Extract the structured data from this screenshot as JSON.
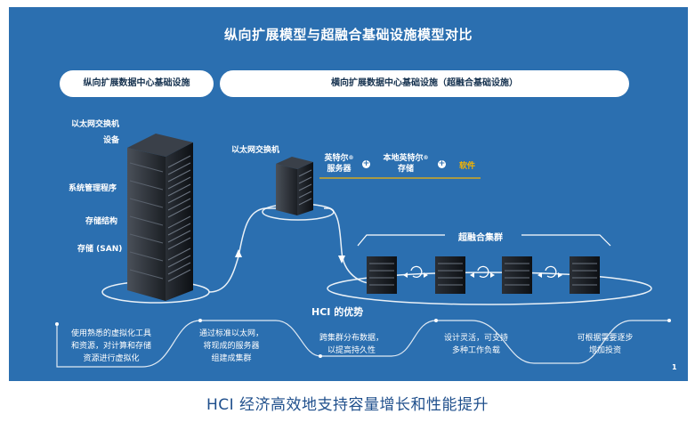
{
  "title": "纵向扩展模型与超融合基础设施模型对比",
  "left_header": "纵向扩展数据中心基础设施",
  "right_header": "横向扩展数据中心基础设施（超融合基础设施）",
  "left_labels": {
    "switch": "以太网交换机",
    "device": "设备",
    "sysmgmt": "系统管理程序",
    "storage_fabric": "存储结构",
    "san": "存储 (SAN)"
  },
  "right_labels": {
    "switch": "以太网交换机",
    "intel_server_line1": "英特尔",
    "intel_server_line2": "服务器",
    "local_storage_line1": "本地英特尔",
    "local_storage_line2": "存储",
    "software": "软件",
    "registered": "®",
    "plus": "+"
  },
  "cluster_label": "超融合集群",
  "hci_benefits_title": "HCI 的优势",
  "benefits": [
    {
      "line1": "使用熟悉的虚拟化工具",
      "line2": "和资源，对计算和存储",
      "line3": "资源进行虚拟化"
    },
    {
      "line1": "通过标准以太网，",
      "line2": "将现成的服务器",
      "line3": "组建成集群"
    },
    {
      "line1": "跨集群分布数据，",
      "line2": "以提高持久性"
    },
    {
      "line1": "设计灵活，可支持",
      "line2": "多种工作负载"
    },
    {
      "line1": "可根据需要逐步",
      "line2": "增加投资"
    }
  ],
  "page_number": "1",
  "footer": "HCI 经济高效地支持容量增长和性能提升",
  "colors": {
    "background": "#2b6fb0",
    "accent": "#f5b400",
    "text_dark": "#16324f",
    "footer": "#1f4f8c"
  },
  "icons": [
    "server-rack-icon",
    "sync-icon",
    "arrow-up-icon",
    "arrow-down-icon"
  ]
}
